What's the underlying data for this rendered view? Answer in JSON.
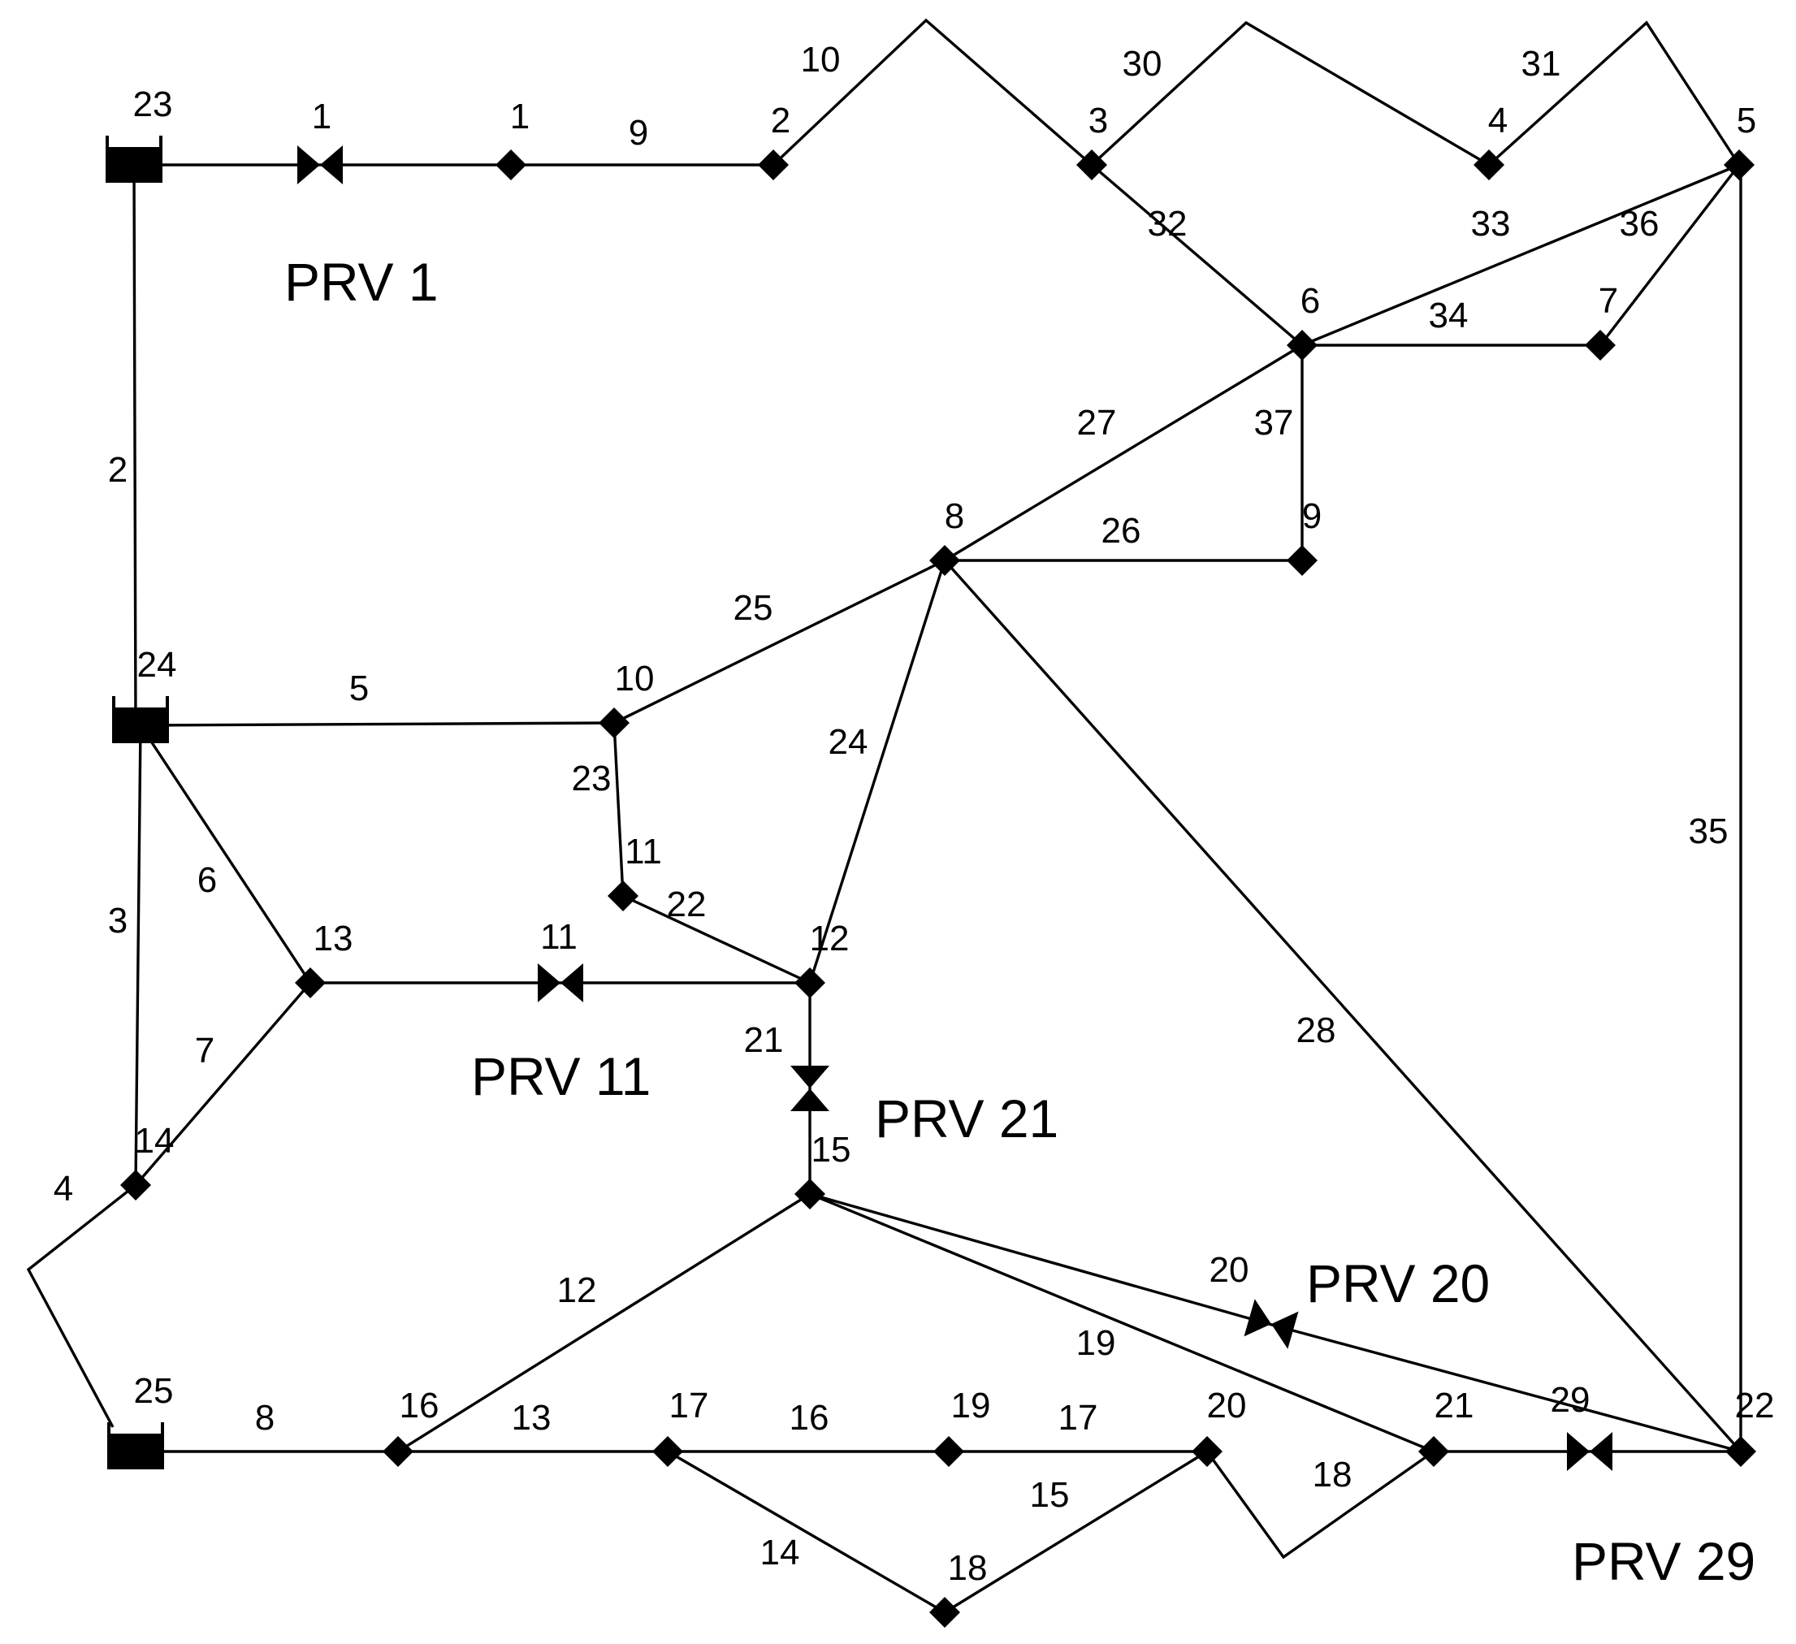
{
  "network": {
    "reservoirs": [
      "23",
      "24",
      "25"
    ],
    "junctions": [
      "1",
      "2",
      "3",
      "4",
      "5",
      "6",
      "7",
      "8",
      "9",
      "10",
      "11",
      "12",
      "13",
      "14",
      "15",
      "16",
      "17",
      "18",
      "19",
      "20",
      "21",
      "22"
    ],
    "pipes": [
      "1",
      "2",
      "3",
      "4",
      "5",
      "6",
      "7",
      "8",
      "9",
      "10",
      "11",
      "12",
      "13",
      "14",
      "15",
      "16",
      "17",
      "18",
      "19",
      "20",
      "21",
      "22",
      "23",
      "24",
      "25",
      "26",
      "27",
      "28",
      "29",
      "30",
      "31",
      "32",
      "33",
      "34",
      "35",
      "36",
      "37"
    ],
    "prv_labels": [
      "PRV 1",
      "PRV 11",
      "PRV 21",
      "PRV 20",
      "PRV 29"
    ]
  },
  "colors": {
    "ink": "#000000",
    "background": "#ffffff"
  }
}
